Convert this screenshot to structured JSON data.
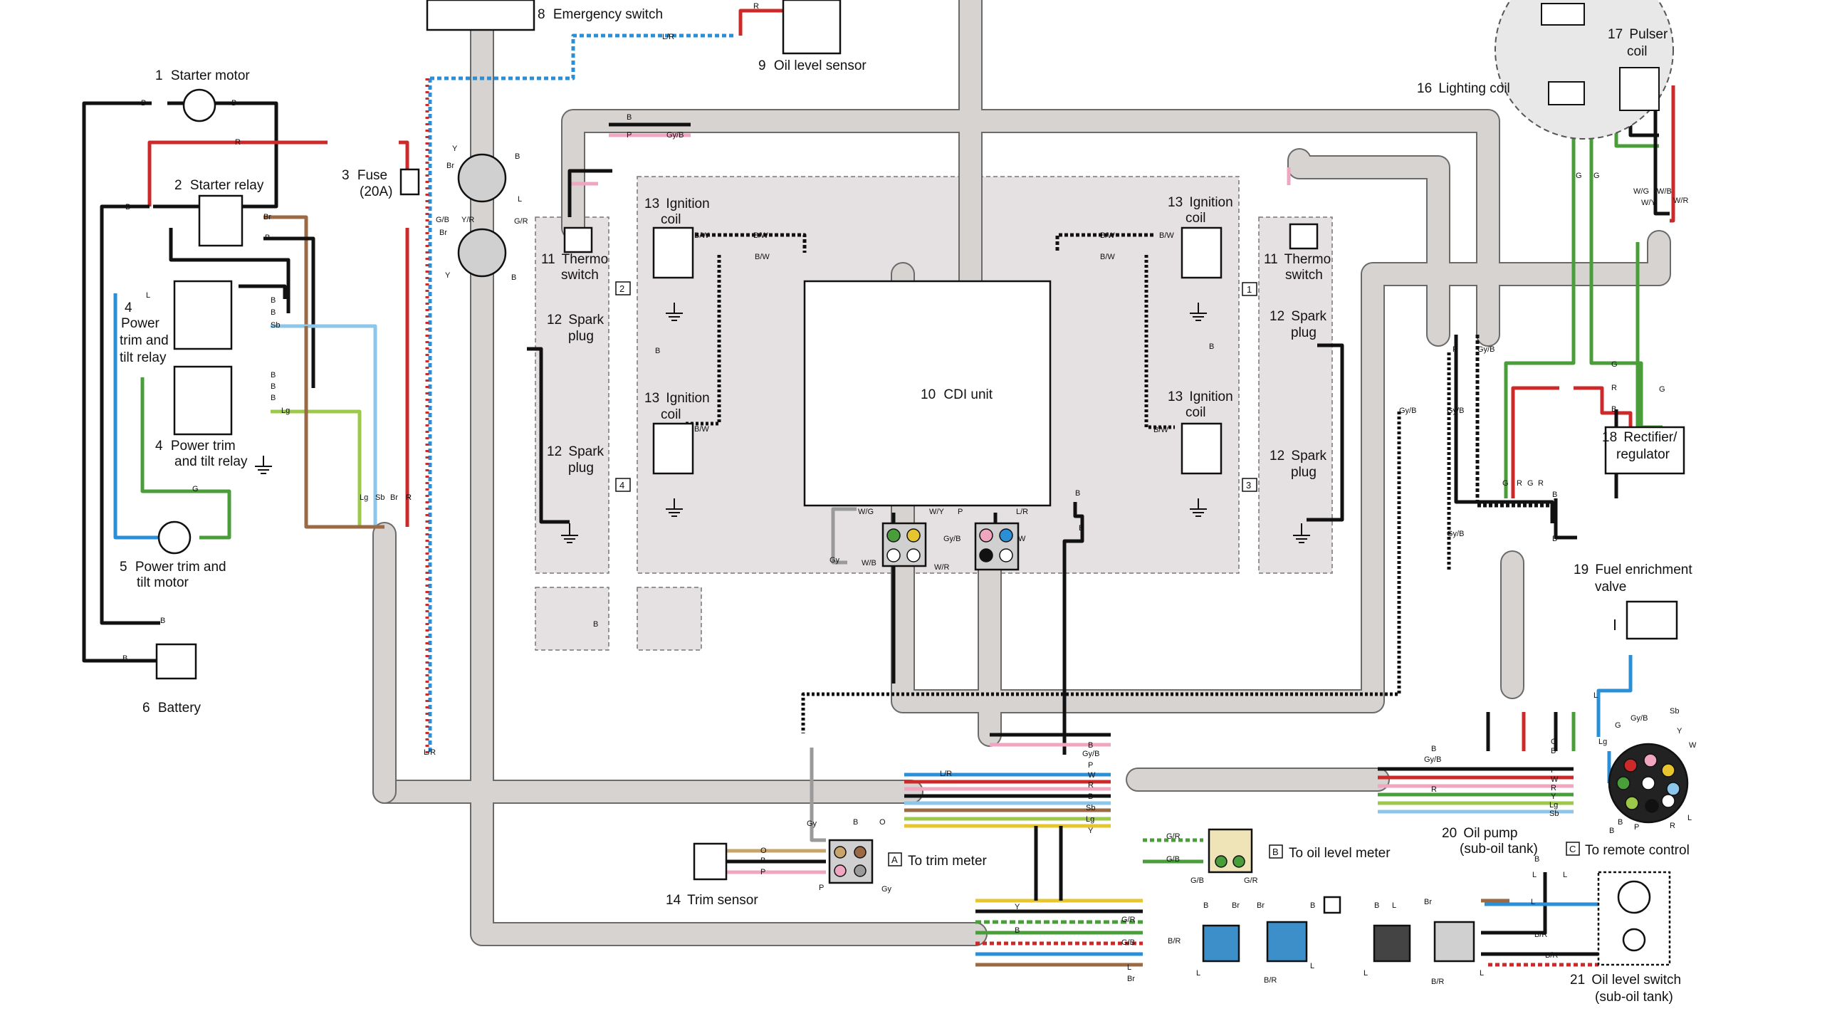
{
  "components": {
    "c1": {
      "number": "1",
      "label": "Starter motor"
    },
    "c2": {
      "number": "2",
      "label": "Starter relay"
    },
    "c3": {
      "number": "3",
      "label": "Fuse",
      "sublabel": "(20A)"
    },
    "c4a": {
      "number": "4",
      "lines": [
        "Power",
        "trim and",
        "tilt relay"
      ]
    },
    "c4b": {
      "number": "4",
      "lines": [
        "Power trim",
        "and tilt relay"
      ]
    },
    "c5": {
      "number": "5",
      "lines": [
        "Power trim and",
        "tilt motor"
      ]
    },
    "c6": {
      "number": "6",
      "label": "Battery"
    },
    "c8": {
      "number": "8",
      "label": "Emergency switch"
    },
    "c9": {
      "number": "9",
      "label": "Oil level sensor"
    },
    "c10": {
      "number": "10",
      "label": "CDI  unit"
    },
    "c11a": {
      "number": "11",
      "lines": [
        "Thermo",
        "switch"
      ]
    },
    "c11b": {
      "number": "11",
      "lines": [
        "Thermo",
        "switch"
      ]
    },
    "c12a": {
      "number": "12",
      "lines": [
        "Spark",
        "plug"
      ]
    },
    "c12b": {
      "number": "12",
      "lines": [
        "Spark",
        "plug"
      ]
    },
    "c12c": {
      "number": "12",
      "lines": [
        "Spark",
        "plug"
      ]
    },
    "c12d": {
      "number": "12",
      "lines": [
        "Spark",
        "plug"
      ]
    },
    "c13a": {
      "number": "13",
      "lines": [
        "Ignition",
        "coil"
      ]
    },
    "c13b": {
      "number": "13",
      "lines": [
        "Ignition",
        "coil"
      ]
    },
    "c13c": {
      "number": "13",
      "lines": [
        "Ignition",
        "coil"
      ]
    },
    "c13d": {
      "number": "13",
      "lines": [
        "Ignition",
        "coil"
      ]
    },
    "c14": {
      "number": "14",
      "label": "Trim sensor"
    },
    "c16": {
      "number": "16",
      "label": "Lighting coil"
    },
    "c17": {
      "number": "17",
      "lines": [
        "Pulser",
        "coil"
      ]
    },
    "c18": {
      "number": "18",
      "lines": [
        "Rectifier/",
        "regulator"
      ]
    },
    "c19": {
      "number": "19",
      "lines": [
        "Fuel enrichment",
        "valve"
      ]
    },
    "c20": {
      "number": "20",
      "lines": [
        "Oil pump",
        "(sub-oil tank)"
      ]
    },
    "c21": {
      "number": "21",
      "lines": [
        "Oil level switch",
        "(sub-oil tank)"
      ]
    }
  },
  "connectors": {
    "A": {
      "letter": "A",
      "label": "To trim meter"
    },
    "B": {
      "letter": "B",
      "label": "To oil level meter"
    },
    "C": {
      "letter": "C",
      "label": "To remote control"
    }
  },
  "cylinders": [
    "1",
    "2",
    "3",
    "4"
  ],
  "wire_labels": {
    "left": [
      "B",
      "B",
      "R",
      "R",
      "B",
      "Br",
      "B",
      "L",
      "B",
      "B",
      "Sb",
      "B",
      "B",
      "B",
      "Lg",
      "G",
      "B",
      "B",
      "Lg",
      "Sb",
      "Br",
      "R",
      "L/R"
    ],
    "upper_plug": [
      "Y",
      "B",
      "Br",
      "G/B",
      "Y/R",
      "L",
      "G/R",
      "Br",
      "B",
      "Y"
    ],
    "top": [
      "R",
      "L/R",
      "B",
      "P",
      "Gy/B"
    ],
    "ignition": [
      "B/W",
      "B/W",
      "B/W",
      "B/W",
      "B/W",
      "B/W",
      "B/W",
      "B/W",
      "B",
      "B",
      "B",
      "B"
    ],
    "cdi": [
      "W/G",
      "W/Y",
      "P",
      "L/R",
      "Gy/B",
      "W",
      "Gy",
      "W/B",
      "W/R",
      "B"
    ],
    "right_top": [
      "G",
      "G",
      "W/G",
      "W/Y",
      "W/B",
      "W/R",
      "G",
      "R",
      "B",
      "G",
      "P",
      "Gy/B",
      "Gy/B",
      "Gy/B",
      "Gy/B",
      "G",
      "R",
      "G",
      "R",
      "B",
      "B",
      "B",
      "B"
    ],
    "harness_center": [
      "L/R",
      "B",
      "Gy/B",
      "P",
      "W",
      "R",
      "B",
      "Sb",
      "Lg",
      "Y"
    ],
    "harness_right": [
      "B",
      "Gy/B",
      "R",
      "G",
      "B",
      "P",
      "W",
      "R",
      "Y",
      "Lg",
      "Sb",
      "L",
      "Y",
      "W",
      "Sb",
      "G",
      "Gy/B",
      "Lg",
      "B",
      "R",
      "B",
      "P",
      "L"
    ],
    "trim": [
      "O",
      "B",
      "P",
      "Gy",
      "B",
      "O",
      "P",
      "Gy"
    ],
    "oil_meter": [
      "G/R",
      "G/B",
      "G/B",
      "G/R"
    ],
    "bottom": [
      "Y",
      "B",
      "G/R",
      "G/B",
      "B/R",
      "L",
      "Br",
      "Br",
      "B",
      "L",
      "B/R",
      "L",
      "Br",
      "B",
      "L",
      "B/R",
      "B/R",
      "L",
      "B",
      "L",
      "Br",
      "L",
      "B/R",
      "L",
      "L",
      "B"
    ]
  },
  "colors": {
    "black": "#111111",
    "red": "#cc2a2a",
    "brown": "#9b6a45",
    "blue": "#2a8fd6",
    "sky": "#8cc6ea",
    "green": "#4a9e3a",
    "lightgreen": "#9cc94a",
    "pink": "#f0a6c0",
    "gray": "#9a9a9a",
    "yellow": "#e6c52e",
    "harness": "#d7d3d1",
    "panel": "#e5e1e2"
  }
}
